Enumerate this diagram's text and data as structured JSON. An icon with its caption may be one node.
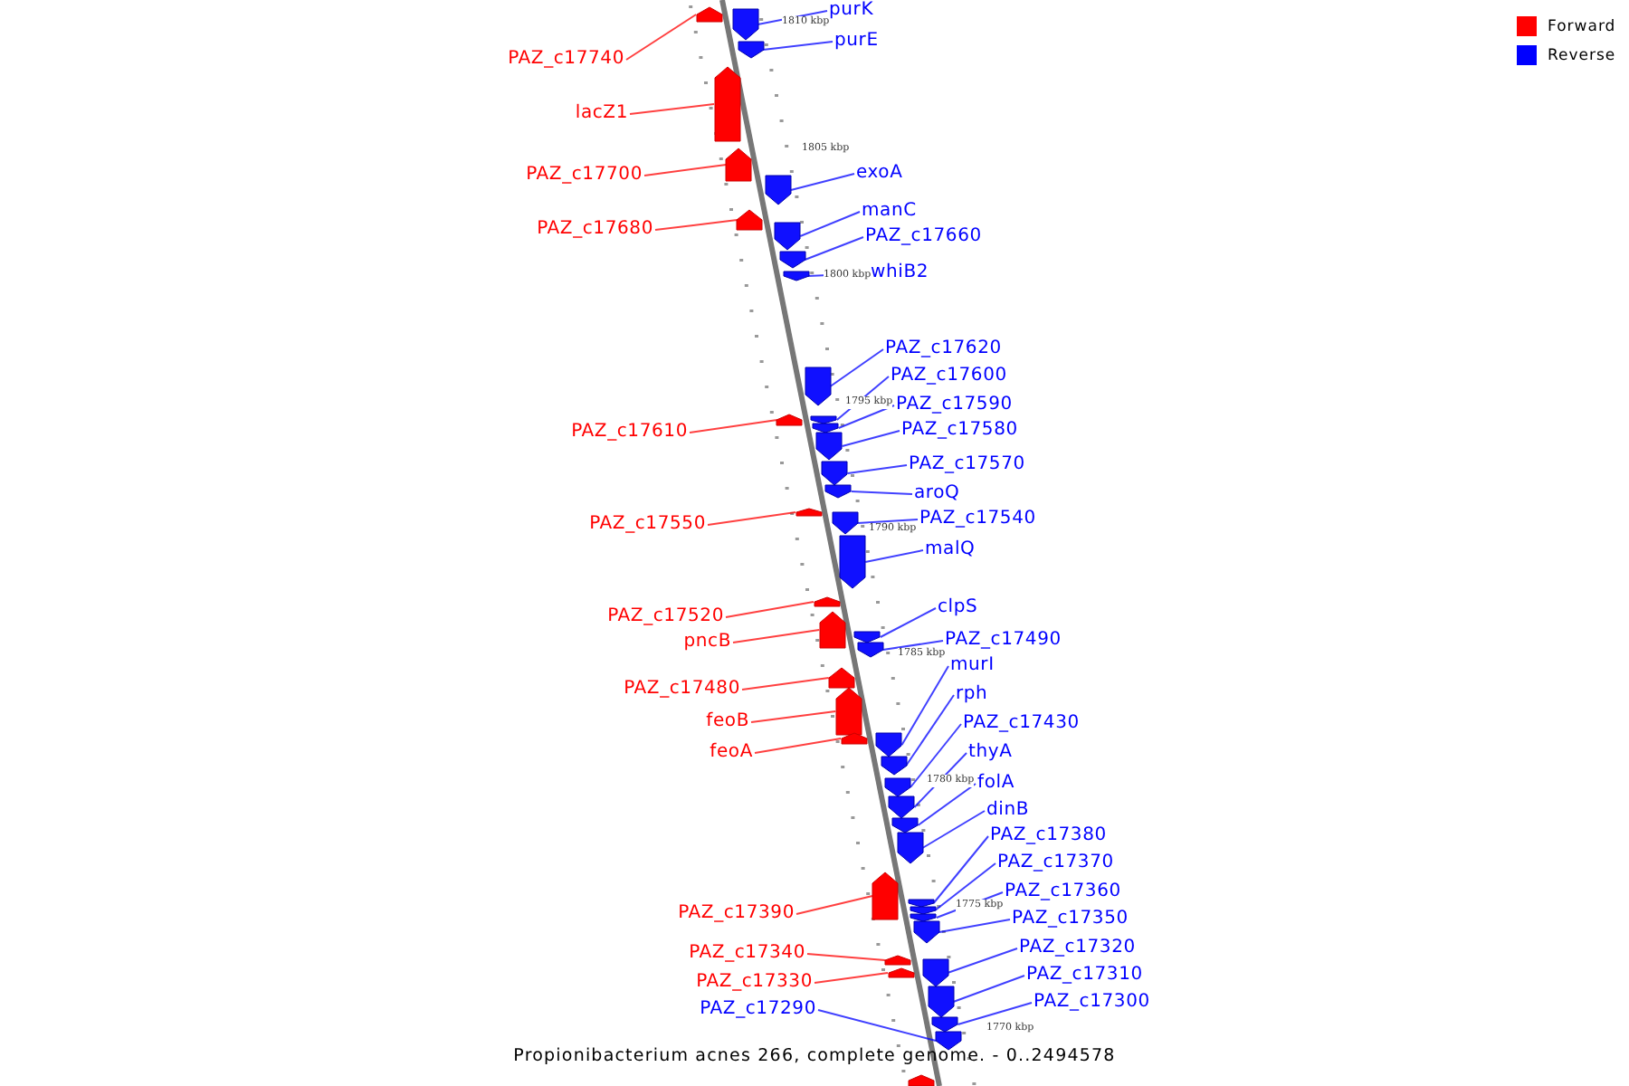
{
  "diagram": {
    "caption": "Propionibacterium acnes 266, complete genome. - 0..2494578",
    "nodes": [
      {
        "text": [
          "purK"
        ]
      },
      {
        "text": [
          "purE"
        ]
      },
      {
        "text": [
          "PAZ_c17740"
        ]
      },
      {
        "text": [
          "lacZ1"
        ]
      },
      {
        "text": [
          "exoA"
        ]
      },
      {
        "text": [
          "PAZ_c17700"
        ]
      },
      {
        "text": [
          "manC"
        ]
      },
      {
        "text": [
          "PAZ_c17680"
        ]
      },
      {
        "text": [
          "PAZ_c17660"
        ]
      },
      {
        "text": [
          "whiB2"
        ]
      },
      {
        "text": [
          "PAZ_c17620"
        ]
      },
      {
        "text": [
          "PAZ_c17600"
        ]
      },
      {
        "text": [
          "PAZ_c17590"
        ]
      },
      {
        "text": [
          "PAZ_c17580"
        ]
      },
      {
        "text": [
          "PAZ_c17610"
        ]
      },
      {
        "text": [
          "PAZ_c17570"
        ]
      },
      {
        "text": [
          "aroQ"
        ]
      },
      {
        "text": [
          "PAZ_c17540"
        ]
      },
      {
        "text": [
          "PAZ_c17550"
        ]
      },
      {
        "text": [
          "malQ"
        ]
      },
      {
        "text": [
          "clpS"
        ]
      },
      {
        "text": [
          "PAZ_c17520"
        ]
      },
      {
        "text": [
          "PAZ_c17490"
        ]
      },
      {
        "text": [
          "pncB"
        ]
      },
      {
        "text": [
          "murI"
        ]
      },
      {
        "text": [
          "PAZ_c17480"
        ]
      },
      {
        "text": [
          "rph"
        ]
      },
      {
        "text": [
          "feoB"
        ]
      },
      {
        "text": [
          "PAZ_c17430"
        ]
      },
      {
        "text": [
          "thyA"
        ]
      },
      {
        "text": [
          "feoA"
        ]
      },
      {
        "text": [
          "folA"
        ]
      },
      {
        "text": [
          "dinB"
        ]
      },
      {
        "text": [
          "PAZ_c17380"
        ]
      },
      {
        "text": [
          "PAZ_c17370"
        ]
      },
      {
        "text": [
          "PAZ_c17360"
        ]
      },
      {
        "text": [
          "PAZ_c17350"
        ]
      },
      {
        "text": [
          "PAZ_c17390"
        ]
      },
      {
        "text": [
          "PAZ_c17320"
        ]
      },
      {
        "text": [
          "PAZ_c17340"
        ]
      },
      {
        "text": [
          "PAZ_c17310"
        ]
      },
      {
        "text": [
          "PAZ_c17330"
        ]
      },
      {
        "text": [
          "PAZ_c17300"
        ]
      },
      {
        "text": [
          "PAZ_c17290"
        ]
      },
      {
        "text": [],
        "shape": "pentagon"
      },
      {
        "text": [],
        "shape": "pentagon"
      },
      {
        "text": [],
        "shape": "pentagon"
      },
      {
        "text": [],
        "shape": "pentagon"
      },
      {
        "text": [],
        "shape": "pentagon"
      },
      {
        "text": [],
        "shape": "pentagon"
      },
      {
        "text": [],
        "shape": "pentagon"
      },
      {
        "text": [],
        "shape": "pentagon"
      },
      {
        "text": [],
        "shape": "pentagon"
      },
      {
        "text": [],
        "shape": "pentagon"
      },
      {
        "text": [],
        "shape": "pentagon"
      },
      {
        "text": [],
        "shape": "pentagon"
      },
      {
        "text": [],
        "shape": "pentagon"
      },
      {
        "text": [],
        "shape": "pentagon"
      },
      {
        "text": [],
        "shape": "pentagon"
      },
      {
        "text": [],
        "shape": "pentagon"
      },
      {
        "text": [],
        "shape": "pentagon"
      },
      {
        "text": [],
        "shape": "pentagon"
      },
      {
        "text": [],
        "shape": "pentagon"
      },
      {
        "text": [],
        "shape": "pentagon"
      },
      {
        "text": [],
        "shape": "pentagon"
      },
      {
        "text": [],
        "shape": "pentagon"
      },
      {
        "text": [],
        "shape": "pentagon"
      },
      {
        "text": [],
        "shape": "pentagon"
      },
      {
        "text": [],
        "shape": "pentagon"
      },
      {
        "text": [],
        "shape": "pentagon"
      },
      {
        "text": [],
        "shape": "pentagon"
      },
      {
        "text": [],
        "shape": "pentagon"
      },
      {
        "text": [],
        "shape": "pentagon"
      },
      {
        "text": [],
        "shape": "pentagon"
      },
      {
        "text": [],
        "shape": "pentagon"
      },
      {
        "text": [],
        "shape": "pentagon"
      },
      {
        "text": [],
        "shape": "pentagon"
      },
      {
        "text": [],
        "shape": "pentagon"
      },
      {
        "text": [],
        "shape": "pentagon"
      },
      {
        "text": [],
        "shape": "pentagon"
      },
      {
        "text": [],
        "shape": "pentagon"
      },
      {
        "text": [],
        "shape": "pentagon"
      },
      {
        "text": [],
        "shape": "pentagon"
      },
      {
        "text": [],
        "shape": "pentagon"
      },
      {
        "text": [],
        "shape": "pentagon"
      },
      {
        "text": [],
        "shape": "pentagon"
      },
      {
        "text": [],
        "shape": "pentagon"
      },
      {
        "text": [],
        "shape": "pentagon"
      },
      {
        "text": [],
        "shape": "pentagon"
      }
    ],
    "edges": [
      {
        "from": 0,
        "to": 45,
        "arrow": "none"
      },
      {
        "from": 1,
        "to": 46,
        "arrow": "none"
      },
      {
        "from": 2,
        "to": 44,
        "arrow": "none",
        "color": "#ff0000"
      },
      {
        "from": 3,
        "to": 47,
        "arrow": "none",
        "color": "#ff0000"
      },
      {
        "from": 4,
        "to": 49,
        "arrow": "none"
      },
      {
        "from": 5,
        "to": 48,
        "arrow": "none",
        "color": "#ff0000"
      },
      {
        "from": 6,
        "to": 51,
        "arrow": "none"
      },
      {
        "from": 7,
        "to": 50,
        "arrow": "none",
        "color": "#ff0000"
      },
      {
        "from": 8,
        "to": 52,
        "arrow": "none"
      },
      {
        "from": 9,
        "to": 53,
        "arrow": "none"
      },
      {
        "from": 10,
        "to": 54,
        "arrow": "none"
      },
      {
        "from": 11,
        "to": 56,
        "arrow": "none"
      },
      {
        "from": 12,
        "to": 57,
        "arrow": "none"
      },
      {
        "from": 13,
        "to": 58,
        "arrow": "none"
      },
      {
        "from": 14,
        "to": 55,
        "arrow": "none",
        "color": "#ff0000"
      },
      {
        "from": 15,
        "to": 59,
        "arrow": "none"
      },
      {
        "from": 16,
        "to": 60,
        "arrow": "none"
      },
      {
        "from": 17,
        "to": 62,
        "arrow": "none"
      },
      {
        "from": 18,
        "to": 61,
        "arrow": "none",
        "color": "#ff0000"
      },
      {
        "from": 19,
        "to": 63,
        "arrow": "none"
      },
      {
        "from": 20,
        "to": 66,
        "arrow": "none"
      },
      {
        "from": 21,
        "to": 64,
        "arrow": "none",
        "color": "#ff0000"
      },
      {
        "from": 22,
        "to": 67,
        "arrow": "none"
      },
      {
        "from": 23,
        "to": 65,
        "arrow": "none",
        "color": "#ff0000"
      },
      {
        "from": 24,
        "to": 71,
        "arrow": "none"
      },
      {
        "from": 25,
        "to": 68,
        "arrow": "none",
        "color": "#ff0000"
      },
      {
        "from": 26,
        "to": 72,
        "arrow": "none"
      },
      {
        "from": 27,
        "to": 69,
        "arrow": "none",
        "color": "#ff0000"
      },
      {
        "from": 28,
        "to": 73,
        "arrow": "none"
      },
      {
        "from": 29,
        "to": 74,
        "arrow": "none"
      },
      {
        "from": 30,
        "to": 70,
        "arrow": "none",
        "color": "#ff0000"
      },
      {
        "from": 31,
        "to": 75,
        "arrow": "none"
      },
      {
        "from": 32,
        "to": 76,
        "arrow": "none"
      },
      {
        "from": 33,
        "to": 78,
        "arrow": "none"
      },
      {
        "from": 34,
        "to": 79,
        "arrow": "none"
      },
      {
        "from": 35,
        "to": 80,
        "arrow": "none"
      },
      {
        "from": 36,
        "to": 81,
        "arrow": "none"
      },
      {
        "from": 37,
        "to": 77,
        "arrow": "none",
        "color": "#ff0000"
      },
      {
        "from": 38,
        "to": 83,
        "arrow": "none"
      },
      {
        "from": 39,
        "to": 82,
        "arrow": "none",
        "color": "#ff0000"
      },
      {
        "from": 40,
        "to": 85,
        "arrow": "none"
      },
      {
        "from": 41,
        "to": 84,
        "arrow": "none",
        "color": "#ff0000"
      },
      {
        "from": 42,
        "to": 86,
        "arrow": "none"
      },
      {
        "from": 43,
        "to": 87,
        "arrow": "none"
      }
    ],
    "labels": [
      "1810 kbp",
      "1805 kbp",
      "1800 kbp",
      "1795 kbp",
      "1790 kbp",
      "1785 kbp",
      "1780 kbp",
      "1775 kbp",
      "1770 kbp"
    ],
    "legend": [
      {
        "text": "Forward",
        "color": "#ff0000"
      },
      {
        "text": "Reverse",
        "color": "#0000ff"
      }
    ]
  }
}
